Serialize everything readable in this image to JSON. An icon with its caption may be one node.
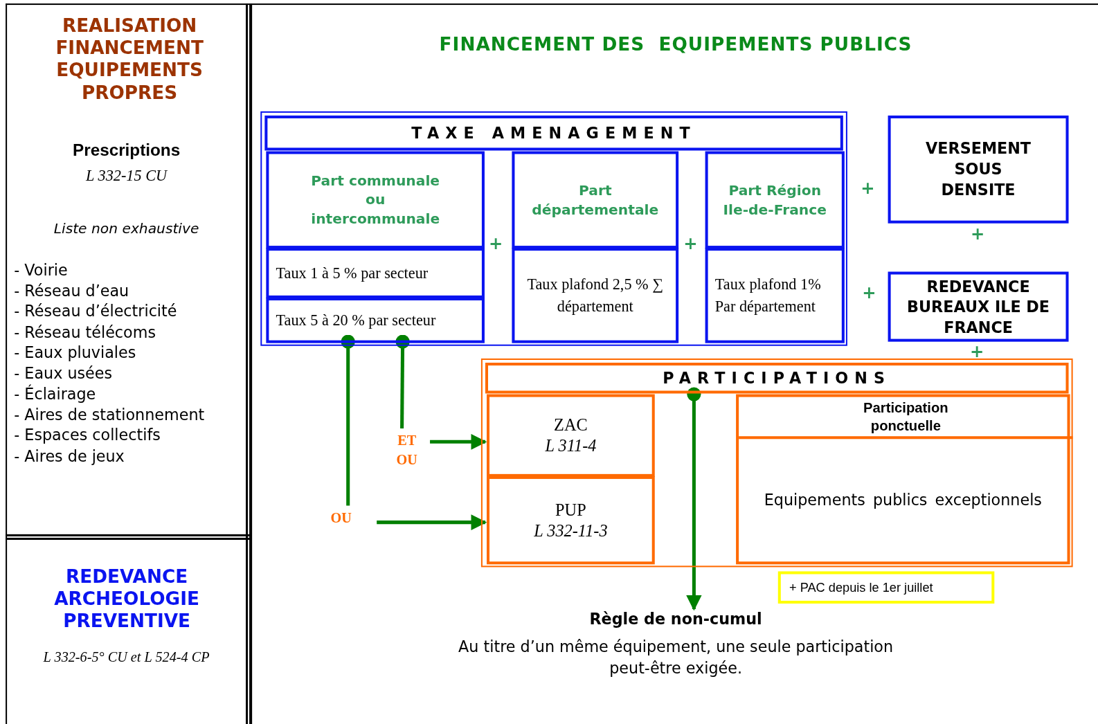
{
  "diagram": {
    "title": "FINANCEMENT DES  EQUIPEMENTS PUBLICS",
    "nodes": [
      {
        "text": [
          "REALISATION FINANCEMENT EQUIPEMENTS PROPRES",
          "Prescriptions",
          "L 332-15 CU",
          "Liste non exhaustive",
          "- Voirie",
          "- Réseau d’eau",
          "- Réseau d’électricité",
          "- Réseau télécoms",
          "- Eaux pluviales",
          "- Eaux usées",
          "- Éclairage",
          "- Aires de stationnement",
          "- Espaces collectifs",
          "- Aires de jeux"
        ]
      },
      {
        "text": [
          "REDEVANCE ARCHEOLOGIE PREVENTIVE",
          "L 332-6-5° CU et L 524-4 CP"
        ]
      },
      {
        "text": [
          "TAXE AMENAGEMENT"
        ]
      },
      {
        "text": [
          "Part communale ou intercommunale"
        ],
        "in": 2
      },
      {
        "text": [
          "Taux 1 à 5 % par secteur"
        ],
        "in": 2
      },
      {
        "text": [
          "Taux 5 à 20 % par secteur"
        ],
        "in": 2
      },
      {
        "text": [
          "Part départementale"
        ],
        "in": 2
      },
      {
        "text": [
          "Taux plafond 2,5 % ∑ département"
        ],
        "in": 2
      },
      {
        "text": [
          "Part Région Ile-de-France"
        ],
        "in": 2
      },
      {
        "text": [
          "Taux plafond 1% Par département"
        ],
        "in": 2
      },
      {
        "text": [
          "VERSEMENT SOUS DENSITE"
        ]
      },
      {
        "text": [
          "REDEVANCE BUREAUX ILE DE FRANCE"
        ]
      },
      {
        "text": [
          "PARTICIPATIONS"
        ]
      },
      {
        "text": [
          "ZAC",
          "L 311-4"
        ],
        "in": 12
      },
      {
        "text": [
          "PUP",
          "L 332-11-3"
        ],
        "in": 12
      },
      {
        "text": [
          "Participation ponctuelle",
          "Equipements publics exceptionnels"
        ],
        "in": 12
      },
      {
        "text": [
          "+ PAC depuis le 1er juillet"
        ]
      },
      {
        "text": [
          "Règle de non-cumul",
          "Au titre d’un même équipement, une seule participation peut-être exigée."
        ]
      },
      {
        "text": [
          "ET OU"
        ]
      },
      {
        "text": [
          "OU"
        ]
      }
    ],
    "edges": [
      {
        "from": 5,
        "to": 19,
        "arrow": "other"
      },
      {
        "from": 5,
        "to": 18,
        "arrow": "other"
      },
      {
        "from": 18,
        "to": 13,
        "arrow": "to"
      },
      {
        "from": 19,
        "to": 14,
        "arrow": "to"
      },
      {
        "from": 12,
        "to": 17,
        "arrow": "to"
      }
    ],
    "labels": [
      "+",
      "+",
      "+",
      "+",
      "+",
      "+"
    ]
  }
}
